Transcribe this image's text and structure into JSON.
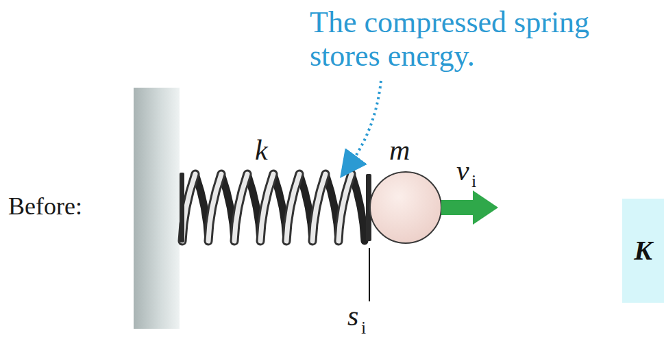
{
  "diagram": {
    "nodes": [
      {
        "text": [
          "K"
        ]
      }
    ],
    "labels": [
      "The compressed spring stores energy.",
      "k",
      "m",
      "v",
      "i",
      "Before:",
      "s",
      "i"
    ]
  }
}
